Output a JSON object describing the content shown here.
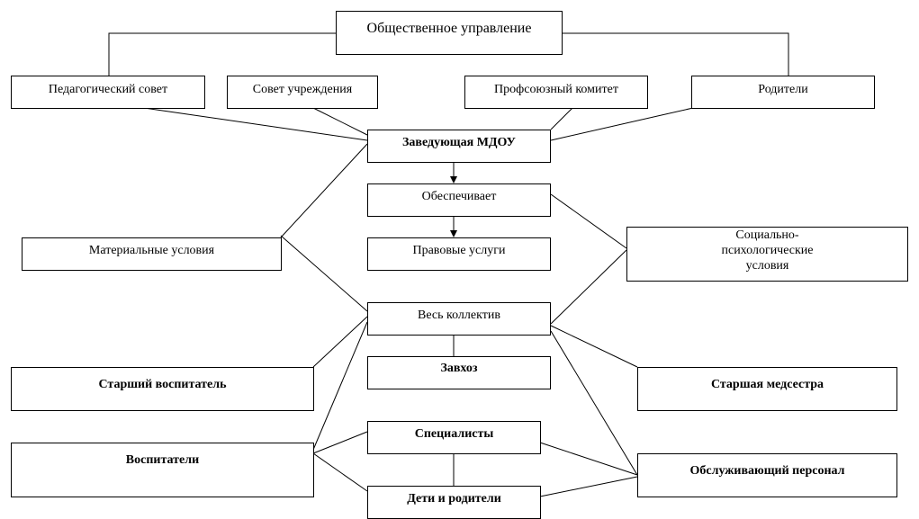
{
  "nodes": {
    "public": "Общественное управление",
    "ped_council": "Педагогический  совет",
    "inst_council": "Совет учреждения",
    "union": "Профсоюзный комитет",
    "parents": "Родители",
    "head": "Заведующая  МДОУ",
    "provides": "Обеспечивает",
    "legal": "Правовые услуги",
    "material": "Материальные условия",
    "social": "Социально-психологические условия",
    "collective": "Весь коллектив",
    "senior_teacher": "Старший воспитатель",
    "supply": "Завхоз",
    "senior_nurse": "Старшая медсестра",
    "teachers": "Воспитатели",
    "specialists": "Специалисты",
    "service_staff": "Обслуживающий персонал",
    "children_parents": "Дети и родители"
  }
}
